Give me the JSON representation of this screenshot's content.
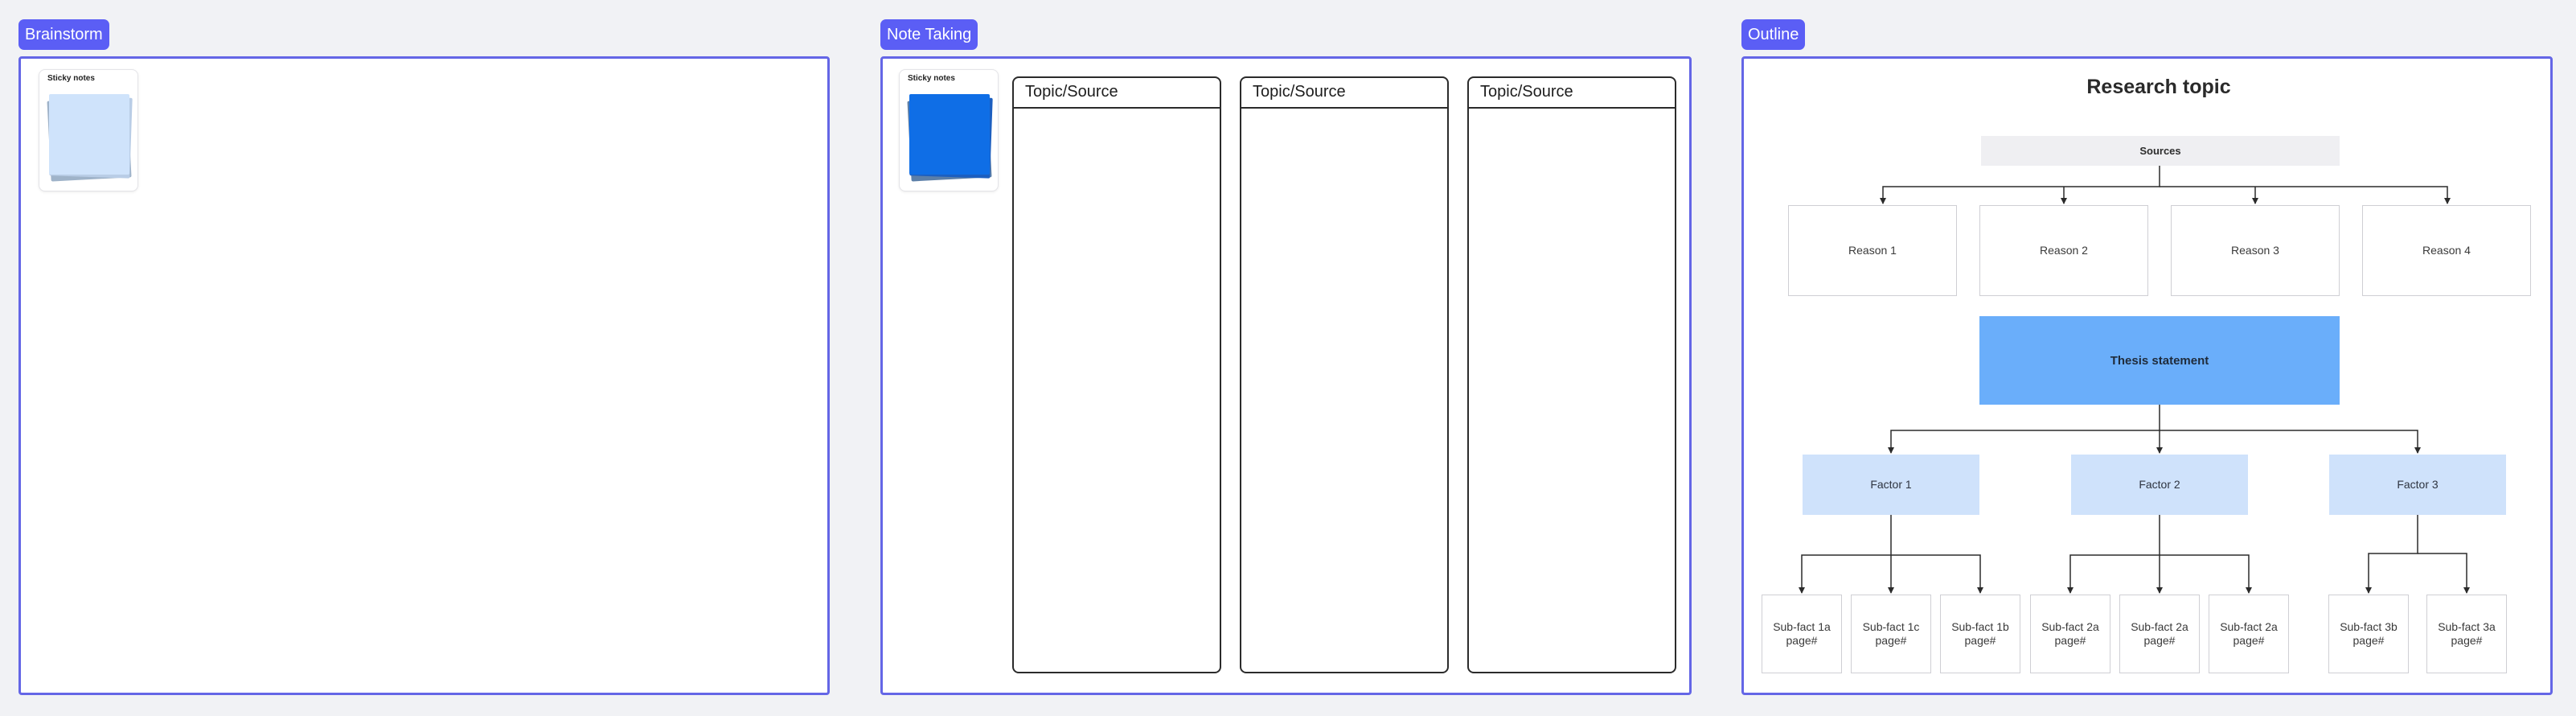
{
  "frames": {
    "brainstorm": {
      "label": "Brainstorm"
    },
    "note_taking": {
      "label": "Note Taking"
    },
    "outline": {
      "label": "Outline"
    }
  },
  "sticky_notes_label": "Sticky notes",
  "columns": [
    "Topic/Source",
    "Topic/Source",
    "Topic/Source"
  ],
  "outline": {
    "title": "Research topic",
    "sources": "Sources",
    "reasons": [
      "Reason 1",
      "Reason 2",
      "Reason 3",
      "Reason 4"
    ],
    "thesis": "Thesis statement",
    "factors": [
      "Factor 1",
      "Factor 2",
      "Factor 3"
    ],
    "subfacts": [
      "Sub-fact 1a\npage#",
      "Sub-fact 1c\npage#",
      "Sub-fact 1b\npage#",
      "Sub-fact 2a\npage#",
      "Sub-fact 2a\npage#",
      "Sub-fact 2a\npage#",
      "Sub-fact 3b\npage#",
      "Sub-fact 3a\npage#"
    ]
  },
  "colors": {
    "frame_accent": "#5b5ef5",
    "sticky_light": "#cfe3fb",
    "sticky_dark": "#0f6ee6",
    "thesis_fill": "#6aaefa",
    "factor_fill": "#cfe2fb"
  }
}
